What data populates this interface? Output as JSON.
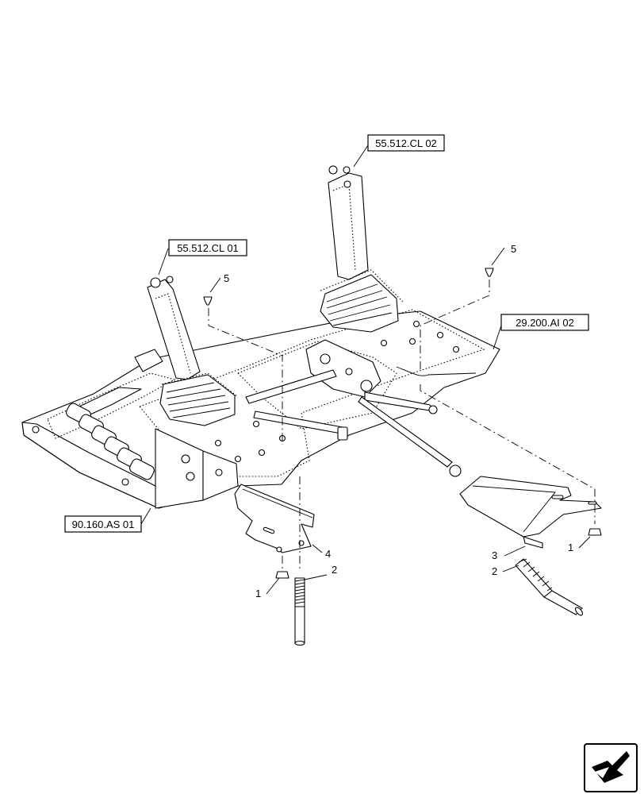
{
  "references": {
    "ref_55_512_cl_02": "55.512.CL 02",
    "ref_55_512_cl_01": "55.512.CL 01",
    "ref_29_200_ai_02": "29.200.AI 02",
    "ref_90_160_as_01": "90.160.AS 01"
  },
  "callouts": {
    "c5_left": "5",
    "c5_right": "5",
    "c4": "4",
    "c3": "3",
    "c2_left": "2",
    "c2_right": "2",
    "c1_left": "1",
    "c1_right": "1"
  },
  "icons": {
    "nav_icon": "arrow-navigation-icon"
  }
}
